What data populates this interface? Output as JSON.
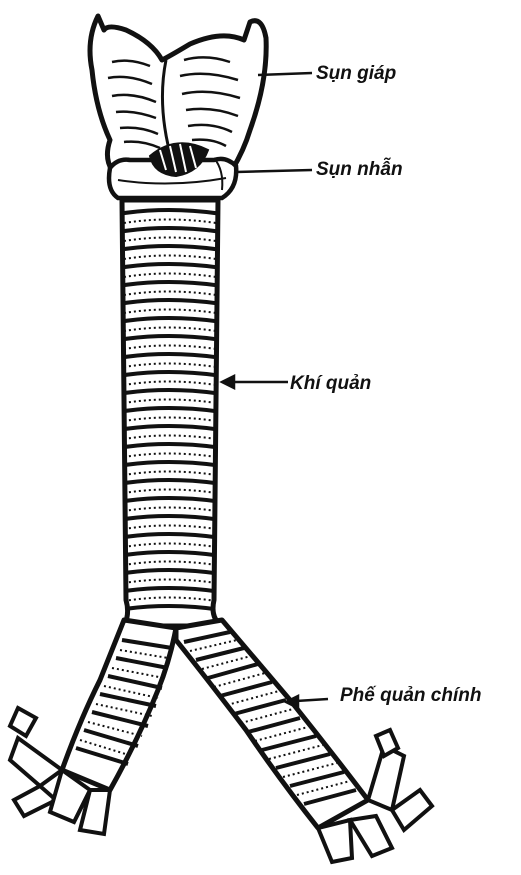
{
  "labels": {
    "thyroid_cartilage": "Sụn giáp",
    "cricoid_cartilage": "Sụn nhẫn",
    "trachea": "Khí quản",
    "main_bronchus": "Phế quản chính"
  },
  "colors": {
    "ink": "#111111",
    "background": "#ffffff",
    "fill": "#ffffff"
  }
}
